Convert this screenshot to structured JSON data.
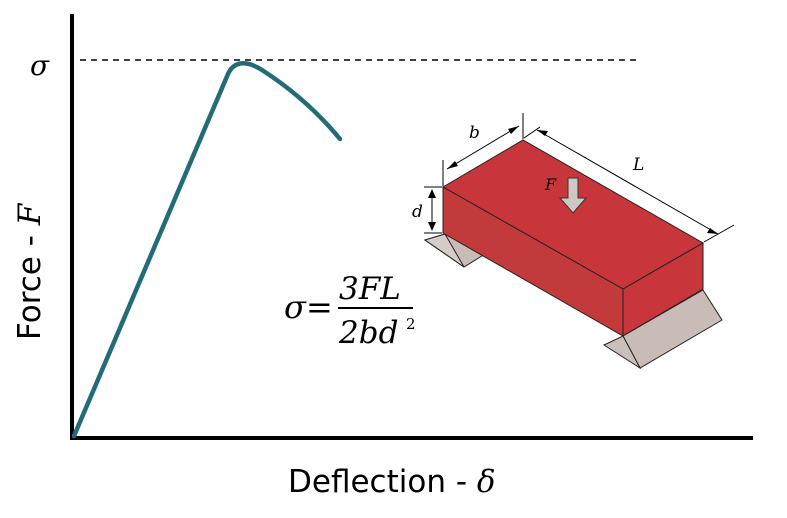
{
  "axes": {
    "x_label_text": "Deflection - ",
    "x_label_symbol": "δ",
    "y_label_text": "Force - ",
    "y_label_symbol": "F",
    "peak_label": "σ"
  },
  "formula": {
    "lhs": "σ",
    "equals": "=",
    "numerator": "3FL",
    "denominator_base": "2bd",
    "denominator_exponent": "2"
  },
  "beam": {
    "width_label": "b",
    "depth_label": "d",
    "length_label": "L",
    "force_label": "F"
  },
  "colors": {
    "curve": "#236b78",
    "beam_top": "#c8363c",
    "beam_side": "#c33a3c",
    "support": "#c9bcb6",
    "arrow": "#c8c0bc",
    "ink": "#000000"
  }
}
